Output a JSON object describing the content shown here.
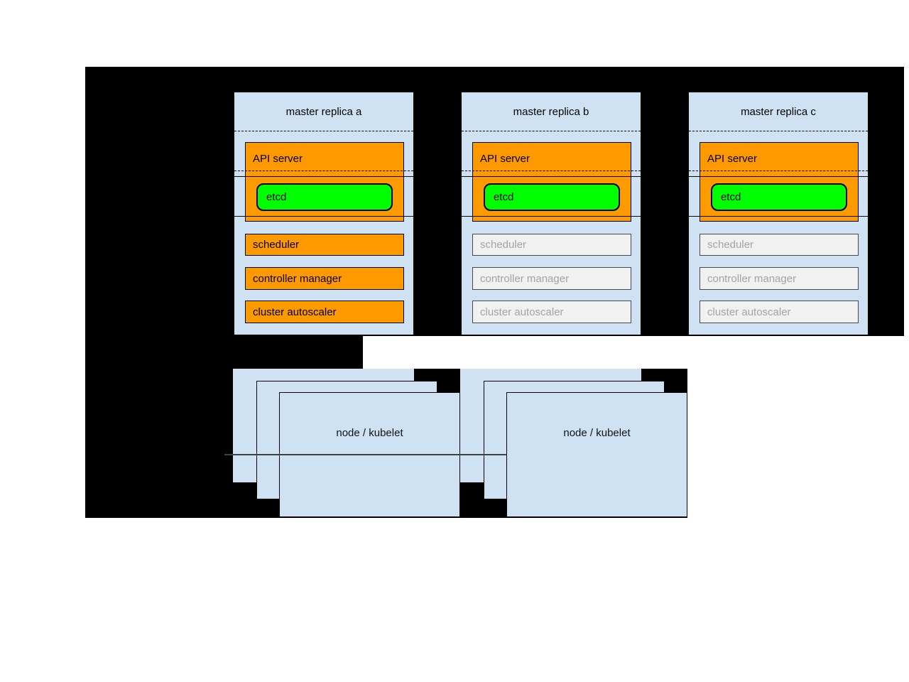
{
  "diagram": {
    "masters": [
      {
        "title": "master replica a",
        "api_server": "API server",
        "etcd": "etcd",
        "components": [
          {
            "label": "scheduler",
            "state": "active"
          },
          {
            "label": "controller manager",
            "state": "active"
          },
          {
            "label": "cluster autoscaler",
            "state": "active"
          }
        ]
      },
      {
        "title": "master replica b",
        "api_server": "API server",
        "etcd": "etcd",
        "components": [
          {
            "label": "scheduler",
            "state": "inactive"
          },
          {
            "label": "controller manager",
            "state": "inactive"
          },
          {
            "label": "cluster autoscaler",
            "state": "inactive"
          }
        ]
      },
      {
        "title": "master replica c",
        "api_server": "API server",
        "etcd": "etcd",
        "components": [
          {
            "label": "scheduler",
            "state": "inactive"
          },
          {
            "label": "controller manager",
            "state": "inactive"
          },
          {
            "label": "cluster autoscaler",
            "state": "inactive"
          }
        ]
      }
    ],
    "node_stacks": [
      {
        "label": "node / kubelet",
        "cards": 3
      },
      {
        "label": "node / kubelet",
        "cards": 3
      }
    ],
    "colors": {
      "page_background": "#ffffff",
      "panel_black": "#000000",
      "box_blue": "#cfe2f3",
      "active_orange": "#ff9900",
      "etcd_green": "#00ff00",
      "inactive_fill": "#f1f1f1",
      "inactive_text": "#a3a3a3"
    }
  }
}
